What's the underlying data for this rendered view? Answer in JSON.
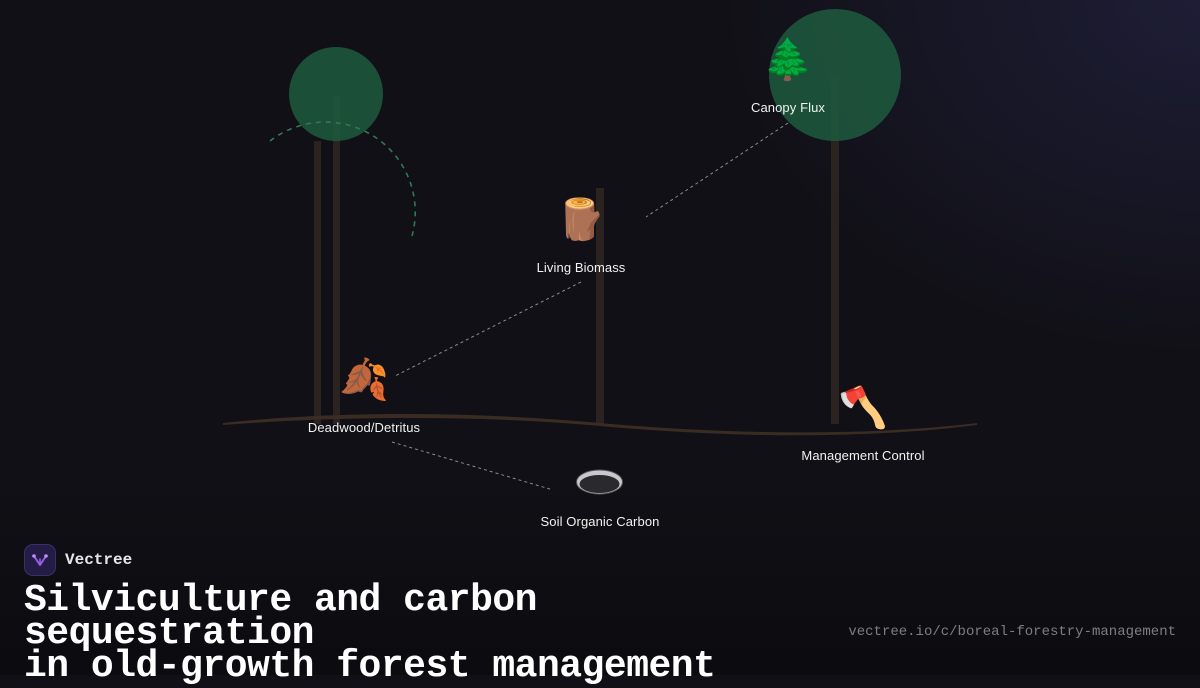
{
  "brand": {
    "name": "Vectree"
  },
  "title": {
    "line1": "Silviculture and carbon sequestration",
    "line2": "in old-growth forest management"
  },
  "url": "vectree.io/c/boreal-forestry-management",
  "nodes": [
    {
      "id": "canopy-flux",
      "label": "Canopy Flux",
      "icon": "evergreen-tree-icon",
      "glyph": "🌲"
    },
    {
      "id": "living-biomass",
      "label": "Living Biomass",
      "icon": "log-icon",
      "glyph": "🪵"
    },
    {
      "id": "deadwood",
      "label": "Deadwood/Detritus",
      "icon": "fallen-leaves-icon",
      "glyph": "🍂"
    },
    {
      "id": "management-control",
      "label": "Management Control",
      "icon": "axe-icon",
      "glyph": "🪓"
    },
    {
      "id": "soil-organic-carbon",
      "label": "Soil Organic Carbon",
      "icon": "soil-hole-icon",
      "glyph": ""
    }
  ],
  "colors": {
    "background": "#111016",
    "canopy": "#1f5a3e",
    "trunk": "#2b2320",
    "ground": "#3a2c22",
    "connector": "#8a8a92",
    "label": "#f2f2f2",
    "url": "#7d7d86"
  }
}
